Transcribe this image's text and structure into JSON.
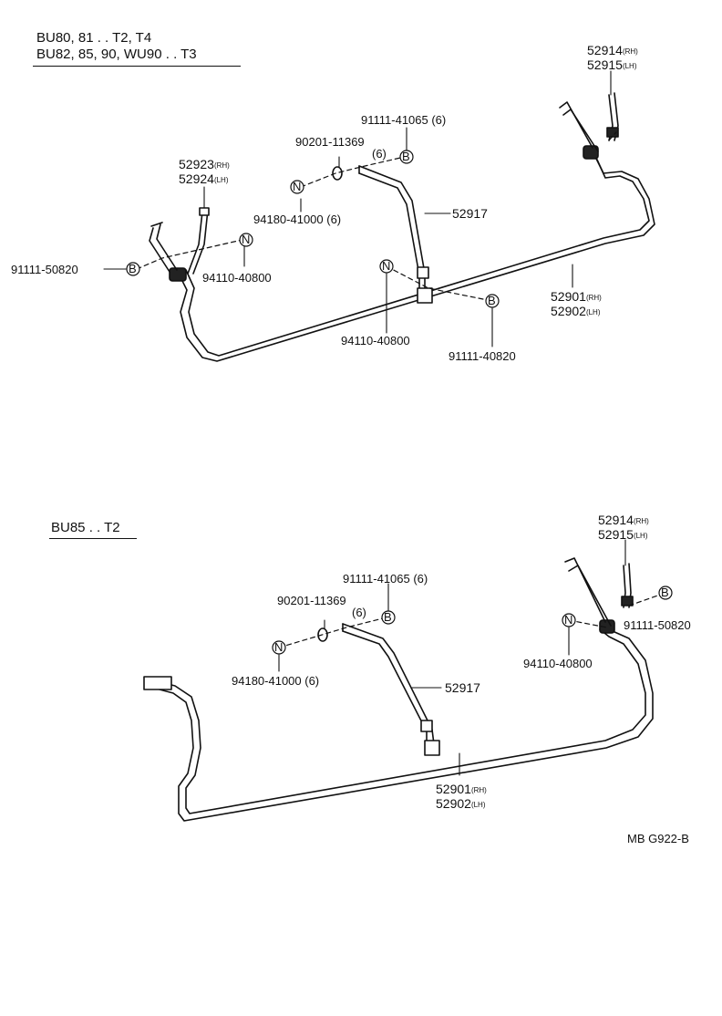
{
  "section1": {
    "models_line1": "BU80, 81 . . T2, T4",
    "models_line2": "BU82, 85, 90, WU90 . . T3",
    "labels": {
      "p52914": "52914",
      "p52914_side": "(RH)",
      "p52915": "52915",
      "p52915_side": "(LH)",
      "p91111_41065": "91111-41065 (6)",
      "p90201_11369": "90201-11369",
      "qty6": "(6)",
      "p52923": "52923",
      "p52923_side": "(RH)",
      "p52924": "52924",
      "p52924_side": "(LH)",
      "p94180_41000": "94180-41000 (6)",
      "p52917": "52917",
      "p91111_50820": "91111-50820",
      "p94110_40800_a": "94110-40800",
      "p94110_40800_b": "94110-40800",
      "p91111_40820": "91111-40820",
      "p52901": "52901",
      "p52901_side": "(RH)",
      "p52902": "52902",
      "p52902_side": "(LH)"
    }
  },
  "section2": {
    "models_line1": "BU85 . . T2",
    "labels": {
      "p52914": "52914",
      "p52914_side": "(RH)",
      "p52915": "52915",
      "p52915_side": "(LH)",
      "p91111_41065": "91111-41065 (6)",
      "p90201_11369": "90201-11369",
      "qty6": "(6)",
      "p91111_50820": "91111-50820",
      "p94110_40800": "94110-40800",
      "p94180_41000": "94180-41000 (6)",
      "p52917": "52917",
      "p52901": "52901",
      "p52901_side": "(RH)",
      "p52902": "52902",
      "p52902_side": "(LH)"
    }
  },
  "markers": {
    "bolt": "B",
    "nut": "N"
  },
  "figure_code": "MB G922-B"
}
